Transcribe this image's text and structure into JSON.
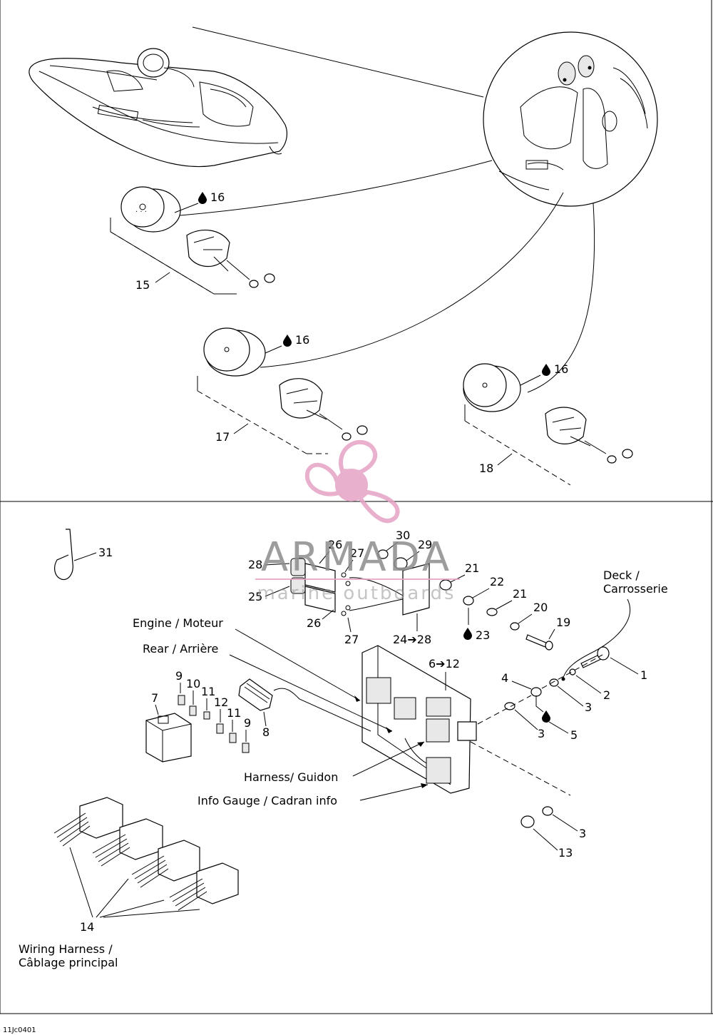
{
  "callouts": {
    "c1": "1",
    "c2": "2",
    "c3a": "3",
    "c3b": "3",
    "c3c": "3",
    "c4": "4",
    "c5": "5",
    "c6_12": "6➔12",
    "c7": "7",
    "c8": "8",
    "c9a": "9",
    "c9b": "9",
    "c10": "10",
    "c11a": "11",
    "c11b": "11",
    "c12": "12",
    "c13": "13",
    "c14": "14",
    "c15": "15",
    "c16a": "16",
    "c16b": "16",
    "c16c": "16",
    "c17": "17",
    "c18": "18",
    "c19": "19",
    "c20": "20",
    "c21a": "21",
    "c21b": "21",
    "c22": "22",
    "c23": "23",
    "c24_28": "24➔28",
    "c25": "25",
    "c26a": "26",
    "c26b": "26",
    "c27a": "27",
    "c27b": "27",
    "c28": "28",
    "c29": "29",
    "c30": "30",
    "c31": "31"
  },
  "labels": {
    "engine": "Engine / Moteur",
    "rear": "Rear / Arrière",
    "deck_line1": "Deck /",
    "deck_line2": "Carrosserie",
    "harness": "Harness/ Guidon",
    "info_gauge": "Info Gauge / Cadran info",
    "wiring_line1": "Wiring Harness /",
    "wiring_line2": "Câblage principal"
  },
  "watermark": {
    "brand": "ARMADA",
    "tagline": "marine outboards",
    "color": "#e6a3c6"
  },
  "figure_code": "11Jc0401"
}
